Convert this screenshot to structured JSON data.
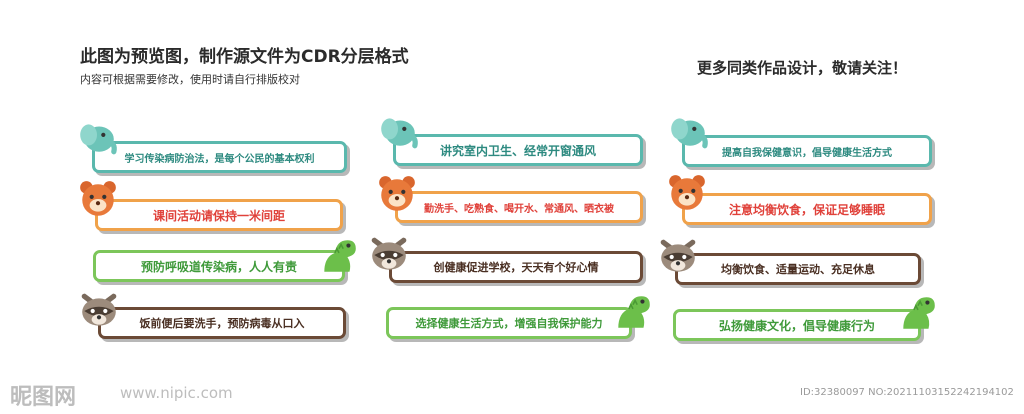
{
  "header": {
    "title": "此图为预览图，制作源文件为CDR分层格式",
    "subtitle": "内容可根据需要修改，使用时请自行排版校对",
    "more": "更多同类作品设计，敬请关注！"
  },
  "boards": [
    "学习传染病防治法，是每个公民的基本权利",
    "课间活动请保持一米间距",
    "预防呼吸道传染病，人人有责",
    "饭前便后要洗手，预防病毒从口入",
    "讲究室内卫生、经常开窗通风",
    "勤洗手、吃熟食、喝开水、常通风、晒衣被",
    "创健康促进学校，天天有个好心情",
    "选择健康生活方式，增强自我保护能力",
    "提高自我保健意识，倡导健康生活方式",
    "注意均衡饮食，保证足够睡眠",
    "均衡饮食、适量运动、充足休息",
    "弘扬健康文化，倡导健康行为"
  ],
  "characters": {
    "elephant": "elephant-icon",
    "bear": "bear-icon",
    "dinosaur": "dinosaur-icon",
    "raccoon": "raccoon-icon"
  },
  "colors": {
    "teal": "#5ab8ad",
    "orange": "#f0a24a",
    "green": "#7cc65a",
    "brown": "#6b4a36",
    "red_text": "#e0413a"
  },
  "watermark": {
    "logo": "昵图网",
    "url": "www.nipic.com",
    "id": "ID:32380097 NO:20211103152242194102"
  }
}
